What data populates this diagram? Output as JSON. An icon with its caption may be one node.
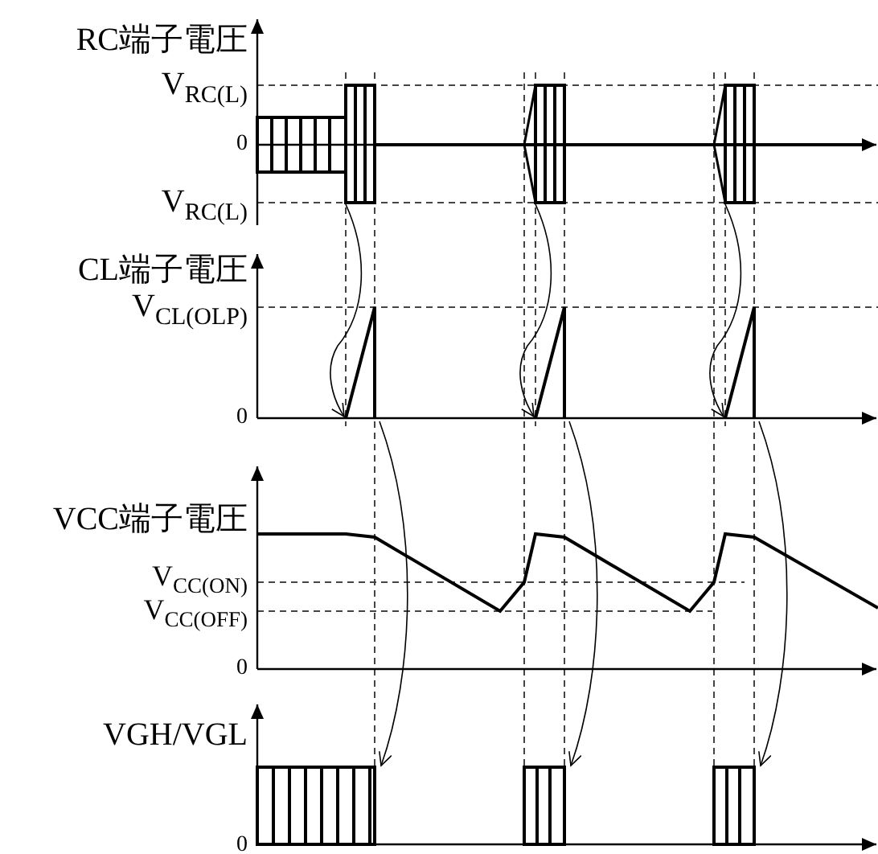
{
  "diagram": {
    "labels": [
      "RC端子電圧",
      "V$_{RC(L)}$",
      "0",
      "V$_{RC(L)}$",
      "CL端子電圧",
      "V$_{CL(OLP)}$",
      "0",
      "VCC端子電圧",
      "V$_{CC(ON)}$",
      "V$_{CC(OFF)}$",
      "0",
      "VGH/VGL",
      "0"
    ]
  }
}
